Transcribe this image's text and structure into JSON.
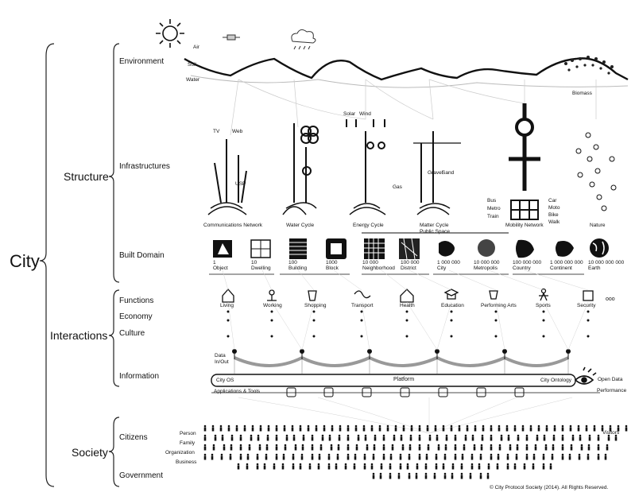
{
  "hierarchy": {
    "root": "City",
    "groups": [
      {
        "label": "Structure",
        "items": [
          "Environment",
          "Infrastructures",
          "Built Domain"
        ]
      },
      {
        "label": "Interactions",
        "items": [
          "Functions",
          "Economy",
          "Culture",
          "Information"
        ]
      },
      {
        "label": "Society",
        "items": [
          "Citizens",
          "Government"
        ]
      }
    ]
  },
  "environment_labels": [
    "Air",
    "Soil",
    "Water"
  ],
  "infrastructure_cycles": [
    "Communications Network",
    "Water Cycle",
    "Energy Cycle",
    "Matter Cycle",
    "Mobility Network",
    "Nature"
  ],
  "infra_small_labels": [
    "TV",
    "Web",
    "USP",
    "Solar",
    "Wind",
    "Biomass",
    "Gravel",
    "Sand",
    "Gas",
    "Bus",
    "Metro",
    "Train",
    "Car",
    "Moto",
    "Bike",
    "Walk"
  ],
  "public_space_label": "Public Space",
  "built_domain_scales": [
    {
      "value": "1",
      "name": "Object"
    },
    {
      "value": "10",
      "name": "Dwelling"
    },
    {
      "value": "100",
      "name": "Building"
    },
    {
      "value": "1000",
      "name": "Block"
    },
    {
      "value": "10 000",
      "name": "Neighborhood"
    },
    {
      "value": "100 000",
      "name": "District"
    },
    {
      "value": "1 000 000",
      "name": "City"
    },
    {
      "value": "10 000 000",
      "name": "Metropolis"
    },
    {
      "value": "100 000 000",
      "name": "Country"
    },
    {
      "value": "1 000 000 000",
      "name": "Continent"
    },
    {
      "value": "10 000 000 000",
      "name": "Earth"
    }
  ],
  "functions": [
    "Living",
    "Working",
    "Shopping",
    "Transport",
    "Health",
    "Education",
    "Performing Arts",
    "Sports",
    "Security",
    "ooo"
  ],
  "data_label": "Data\nIn/Out",
  "platform": {
    "left": "City OS",
    "center": "Platform",
    "right": "City Ontology",
    "open_data": "Open Data",
    "performance": "Performance",
    "apps": "Applications & Tools"
  },
  "citizen_types": [
    "Person",
    "Family",
    "Organization",
    "Business"
  ],
  "visitors_label": "Visitors",
  "copyright": "© City Protocol Society (2014). All Rights Reserved."
}
